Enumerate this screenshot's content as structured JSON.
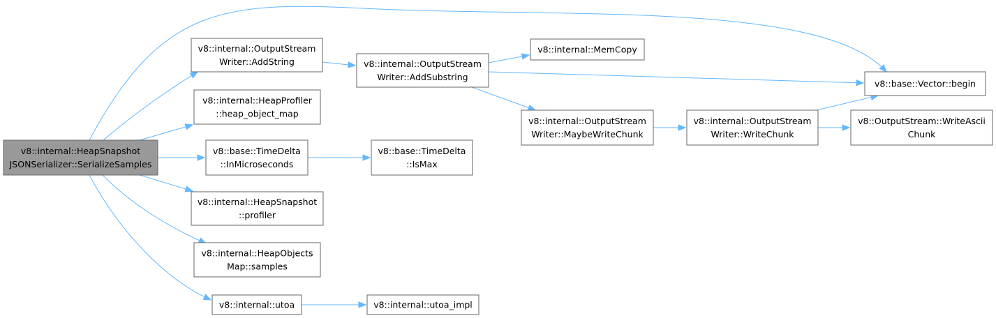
{
  "diagram": {
    "type": "call-graph",
    "edge_color": "#63b8ff",
    "node_border_color": "#666666",
    "root_fill_color": "#999999",
    "nodes": {
      "root": {
        "lines": [
          "v8::internal::HeapSnapshot",
          "JSONSerializer::SerializeSamples"
        ],
        "highlighted": true
      },
      "addstring": {
        "lines": [
          "v8::internal::OutputStream",
          "Writer::AddString"
        ]
      },
      "addsubstring": {
        "lines": [
          "v8::internal::OutputStream",
          "Writer::AddSubstring"
        ]
      },
      "memcopy": {
        "lines": [
          "v8::internal::MemCopy"
        ]
      },
      "vector_begin": {
        "lines": [
          "v8::base::Vector::begin"
        ]
      },
      "heap_object_map": {
        "lines": [
          "v8::internal::HeapProfiler",
          "::heap_object_map"
        ]
      },
      "maybewritechunk": {
        "lines": [
          "v8::internal::OutputStream",
          "Writer::MaybeWriteChunk"
        ]
      },
      "writechunk": {
        "lines": [
          "v8::internal::OutputStream",
          "Writer::WriteChunk"
        ]
      },
      "writeasciichunk": {
        "lines": [
          "v8::OutputStream::WriteAscii",
          "Chunk"
        ]
      },
      "inmicroseconds": {
        "lines": [
          "v8::base::TimeDelta",
          "::InMicroseconds"
        ]
      },
      "ismax": {
        "lines": [
          "v8::base::TimeDelta",
          "::IsMax"
        ]
      },
      "profiler": {
        "lines": [
          "v8::internal::HeapSnapshot",
          "::profiler"
        ]
      },
      "samples": {
        "lines": [
          "v8::internal::HeapObjects",
          "Map::samples"
        ]
      },
      "utoa": {
        "lines": [
          "v8::internal::utoa"
        ]
      },
      "utoa_impl": {
        "lines": [
          "v8::internal::utoa_impl"
        ]
      }
    },
    "edges": [
      [
        "root",
        "vector_begin"
      ],
      [
        "root",
        "addstring"
      ],
      [
        "root",
        "heap_object_map"
      ],
      [
        "root",
        "inmicroseconds"
      ],
      [
        "root",
        "profiler"
      ],
      [
        "root",
        "samples"
      ],
      [
        "root",
        "utoa"
      ],
      [
        "addstring",
        "addsubstring"
      ],
      [
        "addsubstring",
        "memcopy"
      ],
      [
        "addsubstring",
        "vector_begin"
      ],
      [
        "addsubstring",
        "maybewritechunk"
      ],
      [
        "maybewritechunk",
        "writechunk"
      ],
      [
        "writechunk",
        "vector_begin"
      ],
      [
        "writechunk",
        "writeasciichunk"
      ],
      [
        "inmicroseconds",
        "ismax"
      ],
      [
        "utoa",
        "utoa_impl"
      ]
    ]
  }
}
